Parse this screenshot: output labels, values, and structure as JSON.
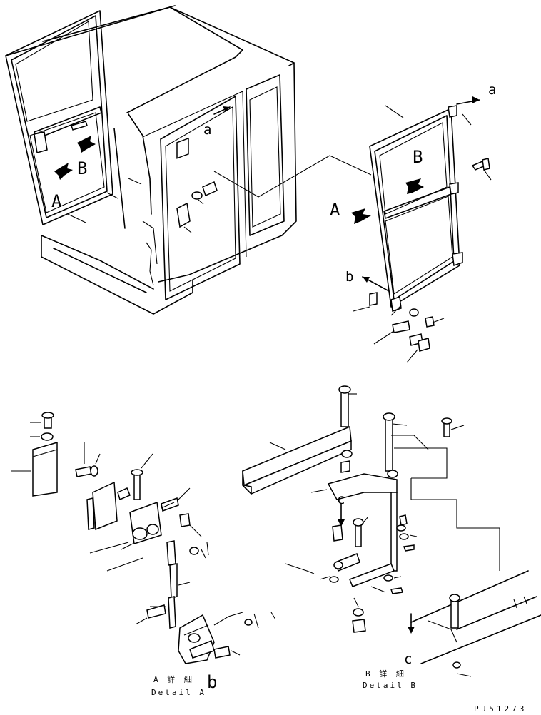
{
  "callouts": {
    "main_a_arrow_label": "a",
    "main_A": "A",
    "main_B": "B",
    "door_a_label": "a",
    "door_B": "B",
    "door_A": "A",
    "door_b_label": "b",
    "detail_c_label": "c",
    "detail_b_label": "b",
    "detail_c2_label": "c"
  },
  "captions": {
    "detail_a_jp": "A 詳 細",
    "detail_a_en": "Detail A",
    "detail_b_jp": "B 詳 細",
    "detail_b_en": "Detail B"
  },
  "part_number": "PJ51273",
  "colors": {
    "ink": "#000000",
    "paper": "#ffffff"
  }
}
